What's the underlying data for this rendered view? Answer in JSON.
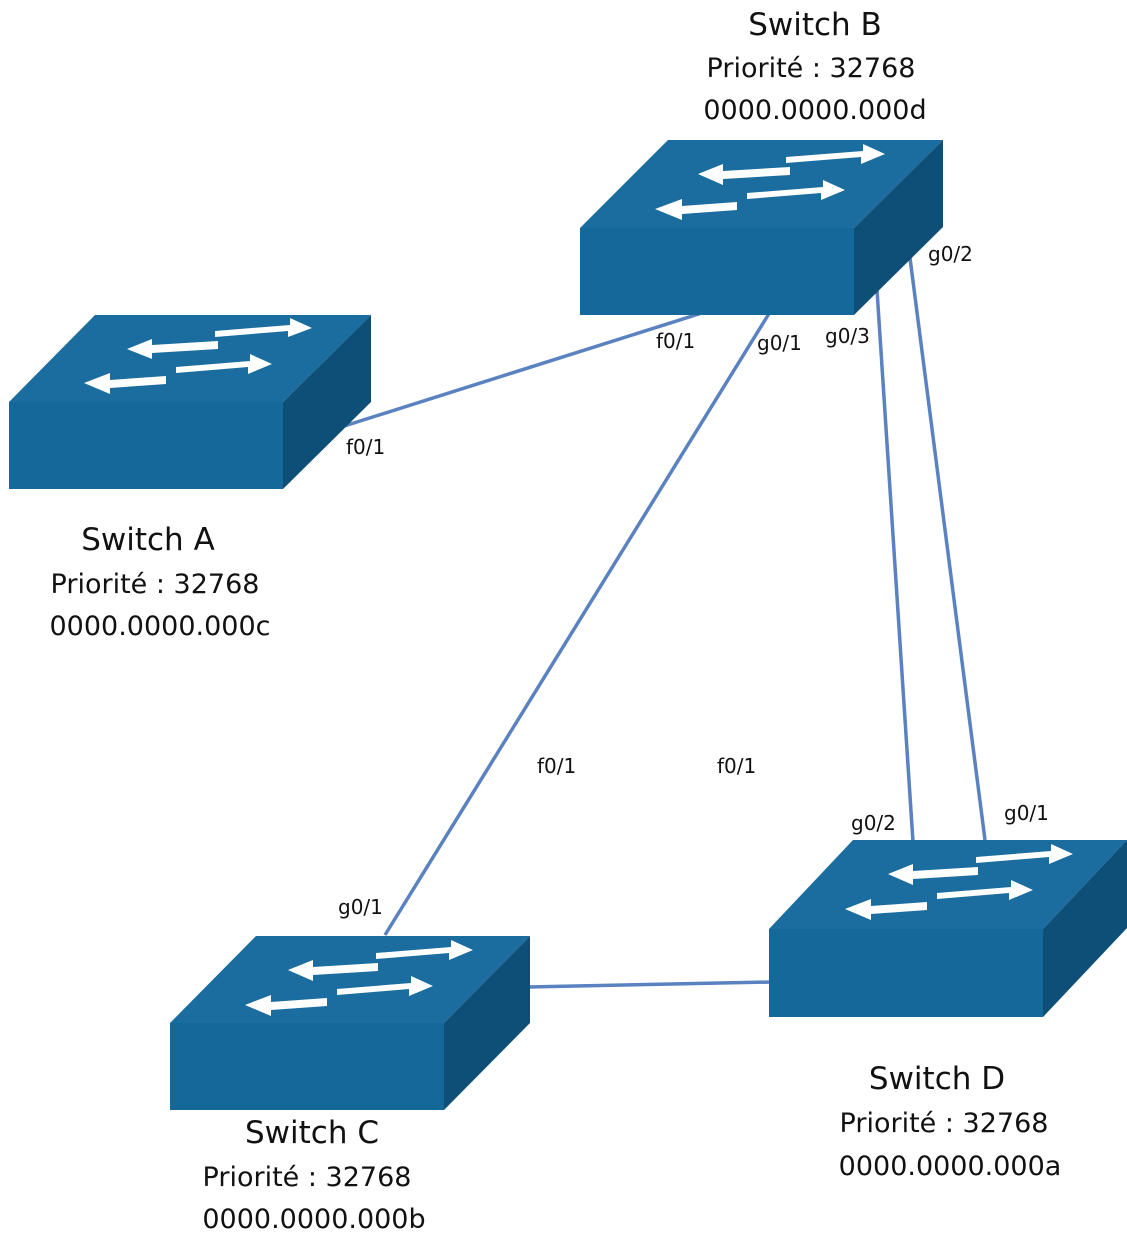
{
  "colors": {
    "switch_top": "#1a6d9e",
    "switch_front": "#14699a",
    "switch_side": "#0e4f78",
    "link": "#5a82c0",
    "arrow": "#ffffff"
  },
  "switches": {
    "a": {
      "icon": "switch-icon",
      "name": "Switch A",
      "priority": "Priorité : 32768",
      "mac": "0000.0000.000c"
    },
    "b": {
      "icon": "switch-icon",
      "name": "Switch B",
      "priority": "Priorité : 32768",
      "mac": "0000.0000.000d"
    },
    "c": {
      "icon": "switch-icon",
      "name": "Switch C",
      "priority": "Priorité : 32768",
      "mac": "0000.0000.000b"
    },
    "d": {
      "icon": "switch-icon",
      "name": "Switch D",
      "priority": "Priorité : 32768",
      "mac": "0000.0000.000a"
    }
  },
  "links": [
    {
      "from": "Switch A",
      "from_port": "f0/1",
      "to": "Switch B",
      "to_port": "f0/1"
    },
    {
      "from": "Switch B",
      "from_port": "g0/1",
      "to": "Switch C",
      "to_port": "g0/1"
    },
    {
      "from": "Switch B",
      "from_port": "g0/3",
      "to": "Switch D",
      "to_port": "g0/2"
    },
    {
      "from": "Switch B",
      "from_port": "g0/2",
      "to": "Switch D",
      "to_port": "g0/1"
    },
    {
      "from": "Switch C",
      "from_port": "f0/1",
      "to": "Switch D",
      "to_port": "f0/1"
    }
  ]
}
